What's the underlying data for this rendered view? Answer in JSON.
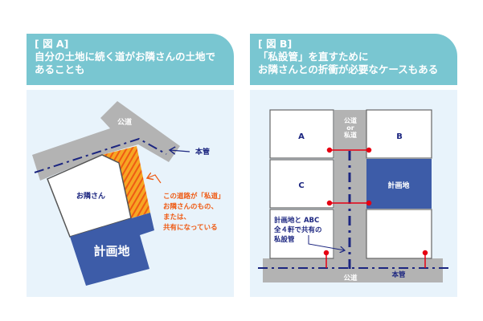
{
  "panel_a": {
    "label": "[ 図 A]",
    "title_lines": [
      "自分の土地に続く道がお隣さんの土地で",
      "あることも"
    ],
    "public_road": "公道",
    "main_pipe": "本管",
    "neighbor": "お隣さん",
    "plan_site": "計画地",
    "note_lines": [
      "この道路が「私道」",
      "お隣さんのもの、",
      "または、",
      "共有になっている"
    ]
  },
  "panel_b": {
    "label": "[ 図 B]",
    "title_lines": [
      "「私設管」を直すために",
      "お隣さんとの折衝が必要なケースもある"
    ],
    "lot_a": "A",
    "lot_b": "B",
    "lot_c": "C",
    "plan_site": "計画地",
    "road_lines": [
      "公道",
      "or",
      "私道"
    ],
    "note_lines": [
      "計画地と ABC",
      "全４軒で共有の",
      "私設管"
    ],
    "public_road": "公道",
    "main_pipe": "本管"
  },
  "colors": {
    "header": "#79c6d1",
    "bg": "#e8f3fb",
    "road": "#b3b3b3",
    "site": "#3d5ca8",
    "pipe": "#1c2680",
    "red": "#e60012",
    "orange": "#ef5a13",
    "hatch": "#f6a623"
  }
}
